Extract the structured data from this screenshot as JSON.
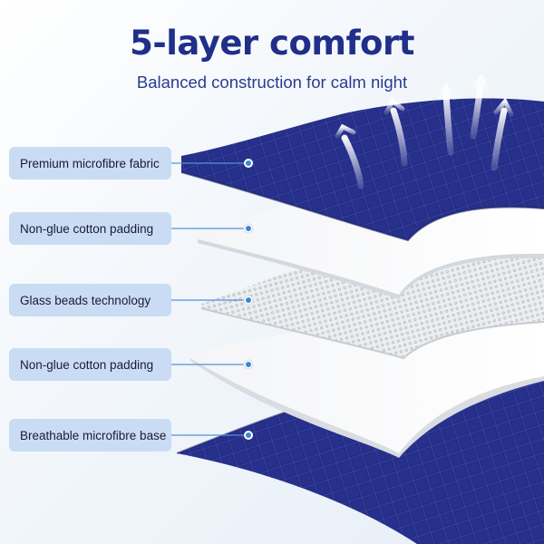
{
  "header": {
    "title": "5-layer comfort",
    "subtitle": "Balanced construction for calm night"
  },
  "layers": [
    {
      "label": "Premium microfibre fabric",
      "icon": "quilted-navy-fabric"
    },
    {
      "label": "Non-glue cotton padding",
      "icon": "white-padding"
    },
    {
      "label": "Glass beads technology",
      "icon": "mesh-bead-layer"
    },
    {
      "label": "Non-glue cotton padding",
      "icon": "white-padding"
    },
    {
      "label": "Breathable microfibre base",
      "icon": "quilted-navy-fabric"
    }
  ],
  "colors": {
    "navy": "#27308a",
    "title": "#1f2f8a",
    "label_bg": "#c9dcf4",
    "connector": "#4f93d8"
  }
}
